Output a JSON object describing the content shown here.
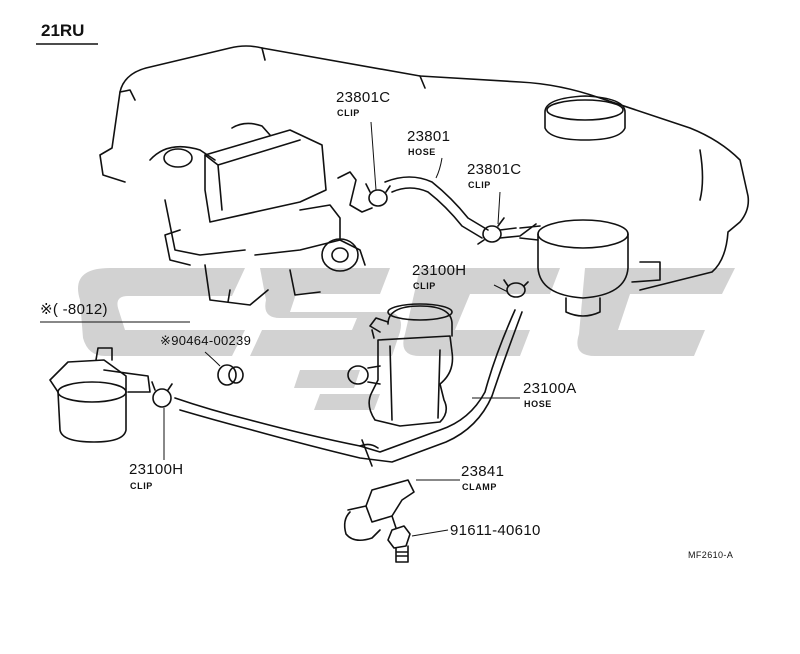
{
  "header": {
    "model": "21RU"
  },
  "note": {
    "symbol": "※",
    "range": "※(      -8012)"
  },
  "reference_code": "MF2610-A",
  "parts": {
    "clip_23801c_top": {
      "number": "23801C",
      "desc": "CLIP"
    },
    "hose_23801": {
      "number": "23801",
      "desc": "HOSE"
    },
    "clip_23801c_right": {
      "number": "23801C",
      "desc": "CLIP"
    },
    "clip_23100h_upper": {
      "number": "23100H",
      "desc": "CLIP"
    },
    "part_90464": {
      "number": "※90464-00239"
    },
    "hose_23100a": {
      "number": "23100A",
      "desc": "HOSE"
    },
    "clamp_23841": {
      "number": "23841",
      "desc": "CLAMP"
    },
    "bolt_91611": {
      "number": "91611-40610"
    },
    "clip_23100h_lower": {
      "number": "23100H",
      "desc": "CLIP"
    }
  },
  "colors": {
    "line": "#111111",
    "watermark": "#d2d2d2"
  }
}
